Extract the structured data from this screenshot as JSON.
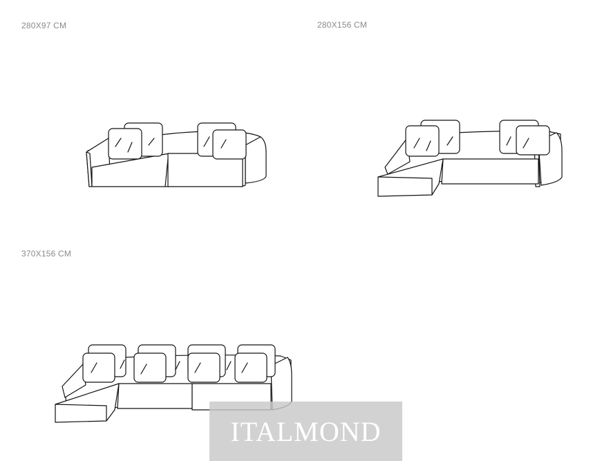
{
  "variants": [
    {
      "dimension": "280X97 CM"
    },
    {
      "dimension": "280X156 CM"
    },
    {
      "dimension": "370X156 CM"
    }
  ],
  "watermark": {
    "text": "ITALMOND"
  }
}
